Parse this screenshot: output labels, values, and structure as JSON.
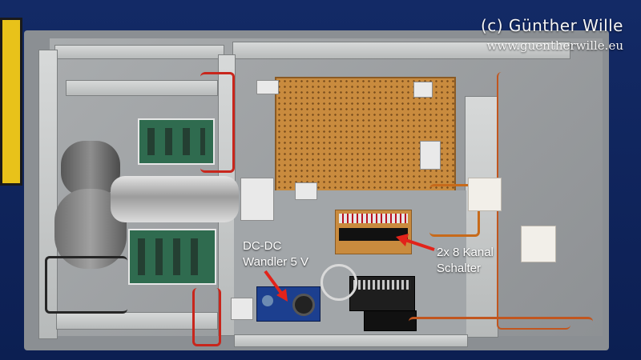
{
  "watermark": {
    "copyright": "(c) Günther  Wille",
    "url": "www.guentherwille.eu"
  },
  "annotations": {
    "dcdc_line1": "DC-DC",
    "dcdc_line2": "Wandler 5 V",
    "switch_line1": "2x 8 Kanal",
    "switch_line2": "Schalter"
  },
  "colors": {
    "arrow": "#e2231a",
    "frame": "#0c1f52",
    "board": "#c98b3e"
  }
}
